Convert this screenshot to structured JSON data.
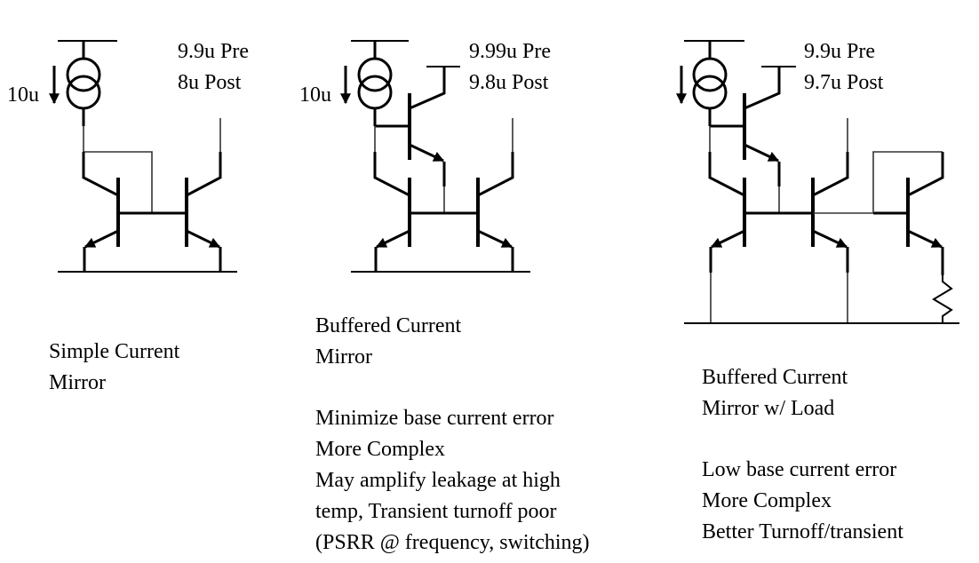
{
  "circuit1": {
    "source_current": "10u",
    "output_lines": [
      "9.9u Pre",
      "8u Post"
    ],
    "title_lines": [
      "Simple Current",
      "Mirror"
    ]
  },
  "circuit2": {
    "source_current": "10u",
    "output_lines": [
      "9.99u Pre",
      "9.8u Post"
    ],
    "title_lines": [
      "Buffered Current",
      "Mirror"
    ],
    "notes": [
      "Minimize base current error",
      "More Complex",
      "May amplify leakage at high",
      "temp, Transient turnoff poor",
      "(PSRR @ frequency, switching)"
    ]
  },
  "circuit3": {
    "output_lines": [
      "9.9u Pre",
      "9.7u Post"
    ],
    "title_lines": [
      "Buffered Current",
      "Mirror w/ Load"
    ],
    "notes": [
      "Low base current error",
      "More Complex",
      "Better Turnoff/transient"
    ]
  }
}
